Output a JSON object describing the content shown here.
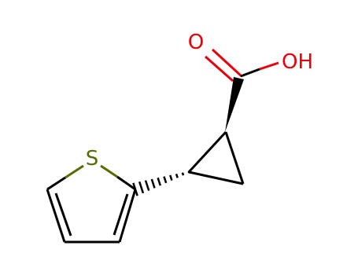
{
  "molecule": {
    "atoms": {
      "carbonyl_oxygen": "O",
      "hydroxyl": "OH",
      "sulfur": "S"
    },
    "colors": {
      "bond": "#000000",
      "oxygen": "#e8000b",
      "sulfur": "#5c6b00",
      "background": "#ffffff"
    }
  }
}
